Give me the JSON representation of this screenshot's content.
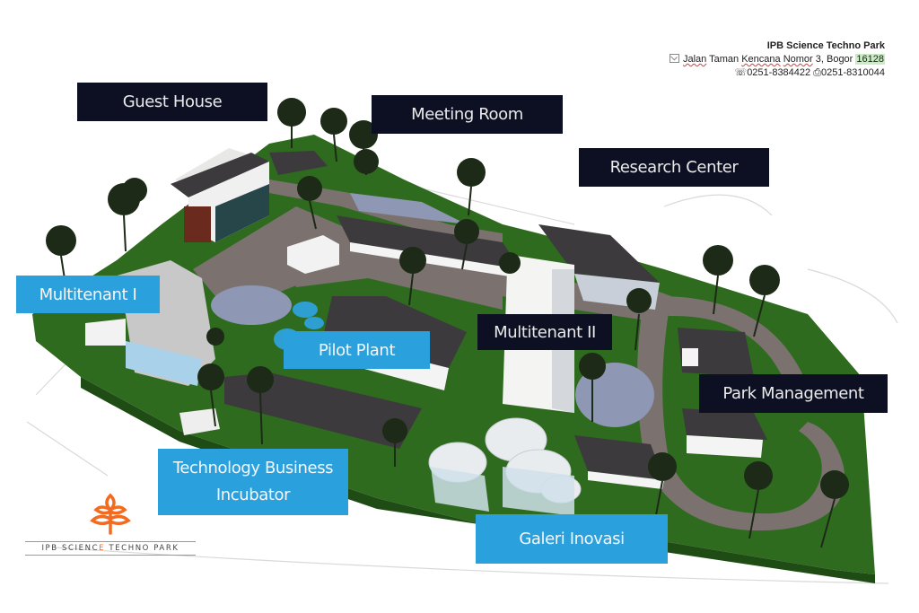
{
  "header": {
    "title": "IPB Science Techno Park",
    "address_prefix": "Jalan",
    "address_mid1": " Taman ",
    "address_kencana": "Kencana",
    "address_space": " ",
    "address_nomor": "Nomor",
    "address_rest": " 3, Bogor ",
    "zip": "16128",
    "phone": "0251-8384422",
    "fax": "0251-8310044",
    "phone_icon": "phone-icon",
    "fax_icon": "fax-icon",
    "mail_icon": "mail-icon"
  },
  "labels": {
    "guest_house": "Guest House",
    "meeting_room": "Meeting Room",
    "research_center": "Research Center",
    "multitenant_1": "Multitenant I",
    "pilot_plant": "Pilot Plant",
    "multitenant_2": "Multitenant II",
    "park_management": "Park Management",
    "tbi_line1": "Technology Business",
    "tbi_line2": "Incubator",
    "galeri_inovasi": "Galeri Inovasi"
  },
  "logo": {
    "text_before": "IPB SCIENC",
    "text_accent": "E",
    "text_after": " TECHNO PARK",
    "icon": "plant-sprout-icon"
  },
  "colors": {
    "dark_label": "#0d1022",
    "blue_label": "#2aa0dd",
    "grass": "#2e6b1e",
    "road": "#7b7270",
    "roof": "#3c3a3d",
    "pond": "#8e97b3",
    "logo_orange": "#f26b21"
  }
}
